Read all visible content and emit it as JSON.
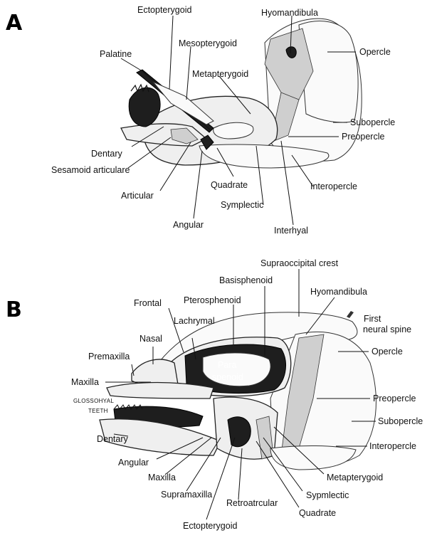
{
  "panels": [
    "A",
    "B"
  ],
  "labels_a": {
    "ectopterygoid": "Ectopterygoid",
    "hyomandibula": "Hyomandibula",
    "mesopterygoid": "Mesopterygoid",
    "palatine": "Palatine",
    "opercle": "Opercle",
    "metapterygoid": "Metapterygoid",
    "subopercle": "Subopercle",
    "preopercle": "Preopercle",
    "dentary": "Dentary",
    "sesamoid_articulare": "Sesamoid articulare",
    "articular": "Articular",
    "quadrate": "Quadrate",
    "interopercle": "Interopercle",
    "symplectic": "Symplectic",
    "angular": "Angular",
    "interhyal": "Interhyal"
  },
  "labels_b": {
    "supraoccipital_crest": "Supraoccipital crest",
    "basisphenoid": "Basisphenoid",
    "hyomandibula": "Hyomandibula",
    "frontal": "Frontal",
    "pterosphenoid": "Pterosphenoid",
    "first_neural_spine_1": "First",
    "first_neural_spine_2": "neural spine",
    "lachrymal": "Lachrymal",
    "nasal": "Nasal",
    "opercle": "Opercle",
    "premaxilla": "Premaxilla",
    "para_1": "Para",
    "para_2": "spenoid",
    "maxilla_top": "Maxilla",
    "glossohyal": "GLOSSOHYAL",
    "teeth": "TEETH",
    "preopercle": "Preopercle",
    "subopercle": "Subopercle",
    "interopercle": "Interopercle",
    "dentary": "Dentary",
    "angular": "Angular",
    "metapterygoid": "Metapterygoid",
    "maxilla_bottom": "Maxilla",
    "sypmlectic": "Sypmlectic",
    "supramaxilla": "Supramaxilla",
    "retroatrcular": "Retroatrcular",
    "quadrate": "Quadrate",
    "ectopterygoid": "Ectopterygoid"
  }
}
